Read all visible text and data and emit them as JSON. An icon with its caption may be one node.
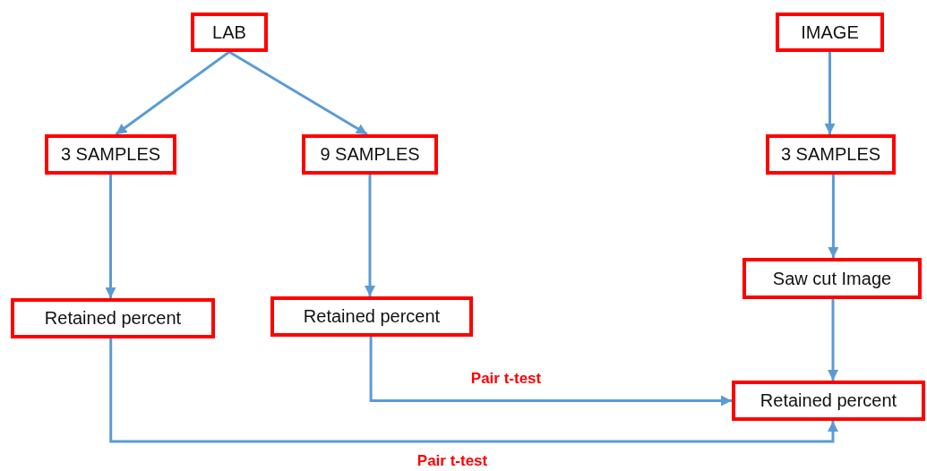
{
  "diagram": {
    "nodes": [
      {
        "text": [
          "LAB"
        ]
      },
      {
        "text": [
          "3 SAMPLES"
        ]
      },
      {
        "text": [
          "9 SAMPLES"
        ]
      },
      {
        "text": [
          "Retained percent"
        ]
      },
      {
        "text": [
          "Retained percent"
        ]
      },
      {
        "text": [
          "IMAGE"
        ]
      },
      {
        "text": [
          "3 SAMPLES"
        ]
      },
      {
        "text": [
          "Saw cut Image"
        ]
      },
      {
        "text": [
          "Retained percent"
        ]
      }
    ],
    "edges": [
      {
        "from": 0,
        "to": 1,
        "arrow": "to"
      },
      {
        "from": 0,
        "to": 2,
        "arrow": "to"
      },
      {
        "from": 1,
        "to": 3,
        "arrow": "to"
      },
      {
        "from": 2,
        "to": 4,
        "arrow": "to"
      },
      {
        "from": 5,
        "to": 6,
        "arrow": "to"
      },
      {
        "from": 6,
        "to": 7,
        "arrow": "to"
      },
      {
        "from": 7,
        "to": 8,
        "arrow": "to"
      },
      {
        "from": 4,
        "to": 8,
        "arrow": "to",
        "label": "Pair t-test"
      },
      {
        "from": 3,
        "to": 8,
        "arrow": "to",
        "label": "Pair t-test"
      }
    ]
  }
}
